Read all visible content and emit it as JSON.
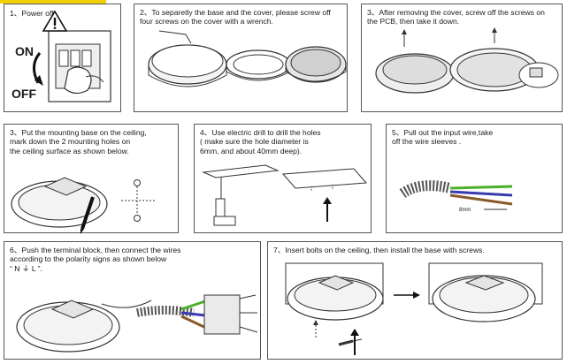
{
  "steps": {
    "s1": {
      "caption": "1、Power off.",
      "on_label": "ON",
      "off_label": "OFF"
    },
    "s2": {
      "caption": "2、To separetly the base and the cover, please screw off\nfour screws on the cover with a wrench."
    },
    "s3": {
      "caption": "3、After removing the cover, screw off the screws on\nthe PCB, then take it down."
    },
    "s4": {
      "caption": "3、Put the mounting base on the ceiling,\nmark down the 2 mounting holes on\nthe ceiling surface as shown below."
    },
    "s5": {
      "caption": "4、Use electric drill to drill the holes\n( make sure the hole diameter is\n6mm, and about 40mm deep)."
    },
    "s6": {
      "caption": "5、Pull out the input wire,take\noff the wire sleeves .",
      "dim_label": "8mm"
    },
    "s7": {
      "caption": "6、Push the terminal block, then connect the wires\naccording to the polarity signs as shown below\n“ N ⏚ L ”."
    },
    "s8": {
      "caption": "7、Insert bolts on the ceiling, then install the base with screws."
    }
  },
  "colors": {
    "line": "#333333",
    "wire_green": "#4caf2a",
    "wire_blue": "#3a3ab0",
    "wire_brown": "#8a5a2a",
    "accent_bar": "#f2d000"
  },
  "icons": [
    "warning-icon",
    "arrow-up-icon",
    "arrow-right-icon",
    "screwdriver-icon",
    "drill-icon"
  ]
}
